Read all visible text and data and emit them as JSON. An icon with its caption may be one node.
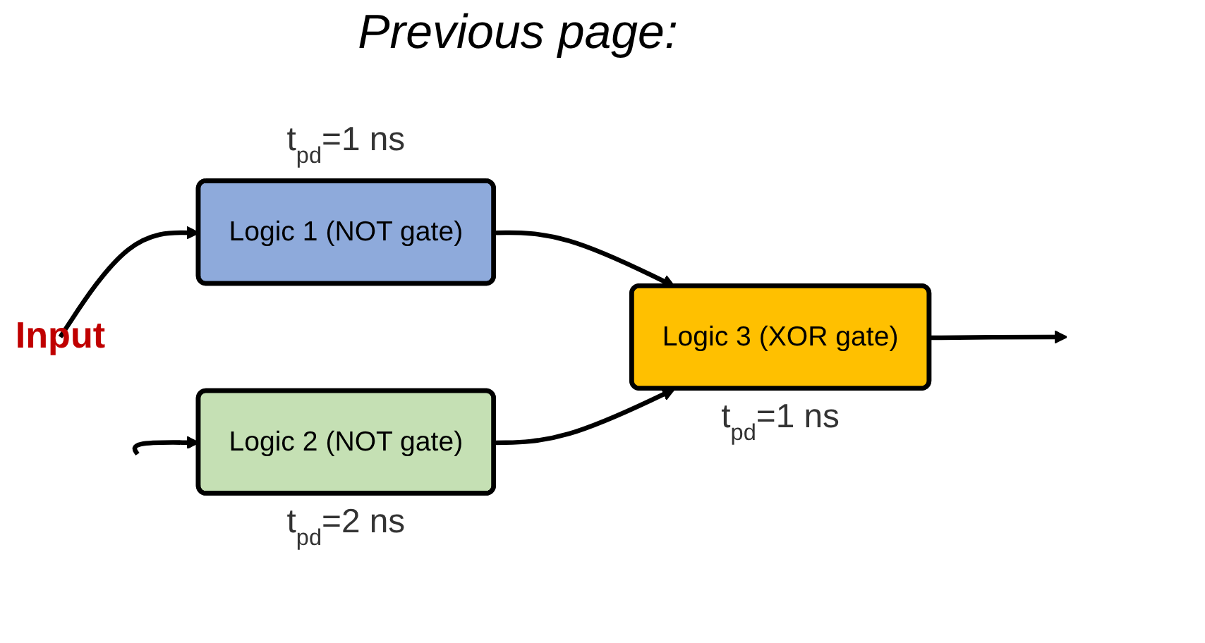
{
  "diagram": {
    "title": "Previous page:",
    "nodes": [
      {
        "text": [
          "Input"
        ]
      },
      {
        "text": [
          "Logic 1 (NOT gate)"
        ],
        "beside": [
          "t$_{pd}$=1 ns"
        ]
      },
      {
        "text": [
          "Logic 2 (NOT gate)"
        ],
        "beside": [
          "t$_{pd}$=2 ns"
        ]
      },
      {
        "text": [
          "Logic 3 (XOR gate)"
        ],
        "beside": [
          "t$_{pd}$=1 ns"
        ]
      }
    ],
    "edges": [
      {
        "from": 0,
        "to": 1,
        "arrow": "to"
      },
      {
        "from": 0,
        "to": 2,
        "arrow": "to"
      },
      {
        "from": 1,
        "to": 3,
        "arrow": "to"
      },
      {
        "from": 2,
        "to": 3,
        "arrow": "to"
      },
      {
        "from": 3,
        "to": null,
        "arrow": "to"
      }
    ]
  }
}
